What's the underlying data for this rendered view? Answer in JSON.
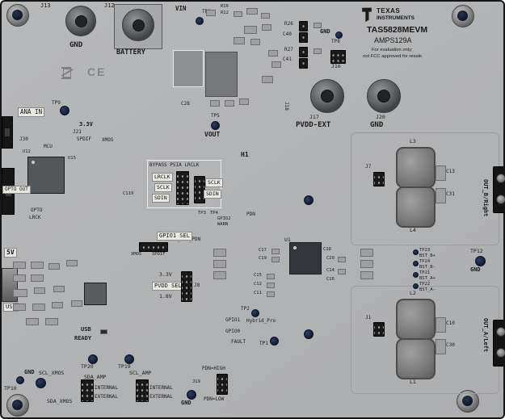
{
  "colors": {
    "board": "#b2b3b5",
    "silkscreen": "#1c1c1c",
    "white_chip": "#e9e8e3",
    "via_blue": "#18243d",
    "connector_black": "#151515"
  },
  "branding": {
    "maker_line1": "TEXAS",
    "maker_line2": "INSTRUMENTS",
    "model": "TAS5828MEVM",
    "assembly": "AMPS129A",
    "disclaimer_line1": "For evaluation only;",
    "disclaimer_line2": "not FCC approved for resale."
  },
  "top_left": {
    "j13": "J13",
    "j13_gnd": "GND",
    "j12": "J12",
    "j12_battery": "BATTERY",
    "ce_mark": "CE"
  },
  "top_mid": {
    "vin": "VIN",
    "tp6": "TP6",
    "r16": "R16",
    "r12": "R12",
    "c28": "C28",
    "j18": "J18",
    "tp5": "TP5",
    "vout": "VOUT"
  },
  "top_right": {
    "r26": "R26",
    "c40": "C40",
    "r27": "R27",
    "c41": "C41",
    "gnd": "GND",
    "tp8": "TP8",
    "j16": "J16"
  },
  "pvdd": {
    "j17": "J17",
    "pvdd_ext": "PVDD-EXT",
    "j20": "J20",
    "gnd": "GND"
  },
  "left": {
    "ana_in": "ANA IN",
    "tp9": "TP9",
    "v33": "3.3V",
    "j21": "J21",
    "j30": "J30",
    "u12": "U12",
    "u15": "U15",
    "mcu": "MCU",
    "spdif": "SPDIF",
    "xmos": "XMOS",
    "opto_out": "OPTO OUT",
    "opto": "OPTO",
    "lrck": "LRCK",
    "c119": "C119",
    "v5": "5V",
    "usb": "USB"
  },
  "i2s": {
    "header": "BYPASS PSIA LRCLK",
    "lrclk": "LRCLK",
    "sclk": "SCLK",
    "sdin": "SDIN",
    "sclk_b": "SCLK",
    "sdin_b": "SDIN",
    "h1": "H1"
  },
  "gpio": {
    "gpio1_sel": "GPIO1 SEL",
    "xmos": "XMOS",
    "spdif": "SPDIF",
    "tp3": "TP3",
    "tp4": "TP4",
    "gpio2": "GPIO2",
    "warn": "WARN",
    "pdn": "PDN",
    "pd_det_pdn": "PD_DET_PDN",
    "tp2": "TP2",
    "gpio1": "GPIO1",
    "hybrid_pro": "Hybrid_Pro",
    "gpio0": "GPIO0",
    "fault": "FAULT",
    "tp1": "TP1"
  },
  "pwr_sel": {
    "v33": "3.3V",
    "pvdd_sel": "PVDD SEL",
    "v18": "1.8V",
    "j8": "J8"
  },
  "status": {
    "usb": "USB",
    "ready": "READY"
  },
  "chip": {
    "u1": "U1",
    "c17": "C17",
    "c19": "C19",
    "c15": "C15",
    "c12": "C12",
    "c11": "C11",
    "c18": "C18",
    "c20": "C20",
    "c14": "C14",
    "c16": "C16"
  },
  "bottom": {
    "tp20": "TP20",
    "tp19": "TP19",
    "scl_xmos": "SCL_XMOS",
    "sda_amp": "SDA_AMP",
    "scl_amp": "SCL_AMP",
    "sda_xmos": "SDA_XMOS",
    "internal_a": "INTERNAL",
    "external_a": "EXTERNAL",
    "internal_b": "INTERNAL",
    "external_b": "EXTERNAL",
    "pdn_high": "PDN=HIGH",
    "pdn_low": "PDN=LOW",
    "j19": "J19",
    "gnd_mid": "GND",
    "gnd_left": "GND",
    "tp10": "TP10"
  },
  "output": {
    "l1": "L1",
    "l2": "L2",
    "l3": "L3",
    "l4": "L4",
    "c13": "C13",
    "c31": "C31",
    "c10": "C10",
    "c30": "C30",
    "j7": "J7",
    "j1": "J1",
    "out_b": "OUT_B/Right",
    "out_a": "OUT_A/Left",
    "tp12": "TP12",
    "gnd": "GND",
    "bst": [
      {
        "tp": "TP23",
        "net": "BST_B+"
      },
      {
        "tp": "TP24",
        "net": "BST_B-"
      },
      {
        "tp": "TP21",
        "net": "BST_A+"
      },
      {
        "tp": "TP22",
        "net": "BST_A-"
      }
    ]
  }
}
